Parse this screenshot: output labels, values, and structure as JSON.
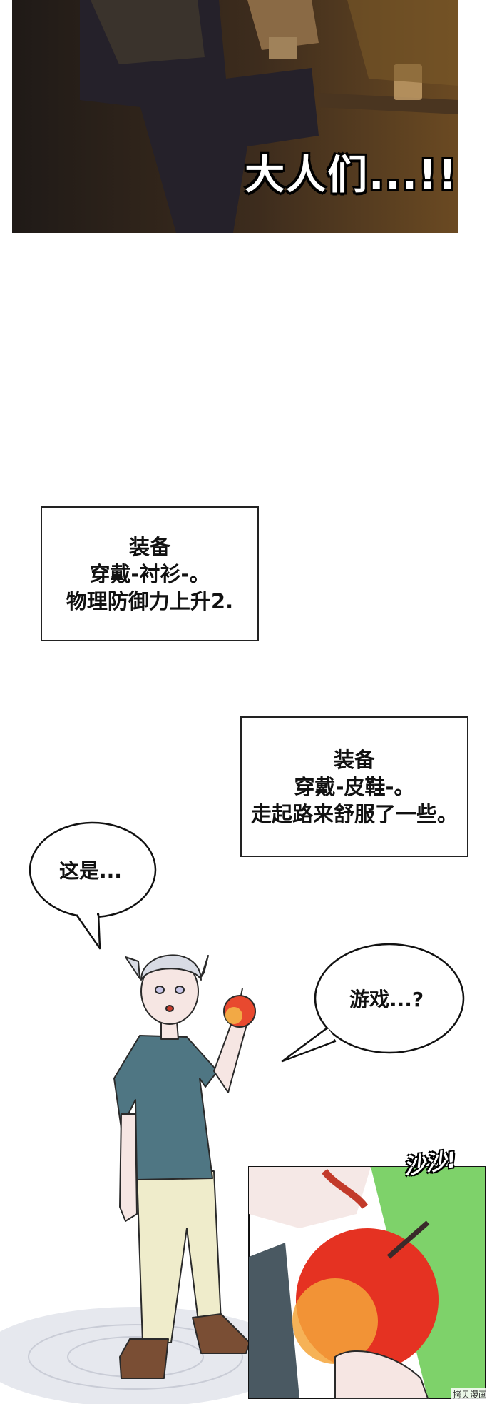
{
  "top_panel": {
    "shout_text": "大人们...!!"
  },
  "system_box_1": {
    "lines": [
      "装备",
      "穿戴-衬衫-。",
      "物理防御力上升2."
    ]
  },
  "system_box_2": {
    "lines": [
      "装备",
      "穿戴-皮鞋-。",
      "走起路来舒服了一些。"
    ]
  },
  "speech_1": {
    "text": "这是..."
  },
  "speech_2": {
    "text": "游戏...?"
  },
  "sound_effect": {
    "text": "沙沙!"
  },
  "watermark": {
    "text": "拷贝漫画"
  },
  "colors": {
    "sfx_green": "#7ed26a",
    "apple_red": "#e53222",
    "shirt": "#4f7683",
    "pants": "#efeccb"
  }
}
